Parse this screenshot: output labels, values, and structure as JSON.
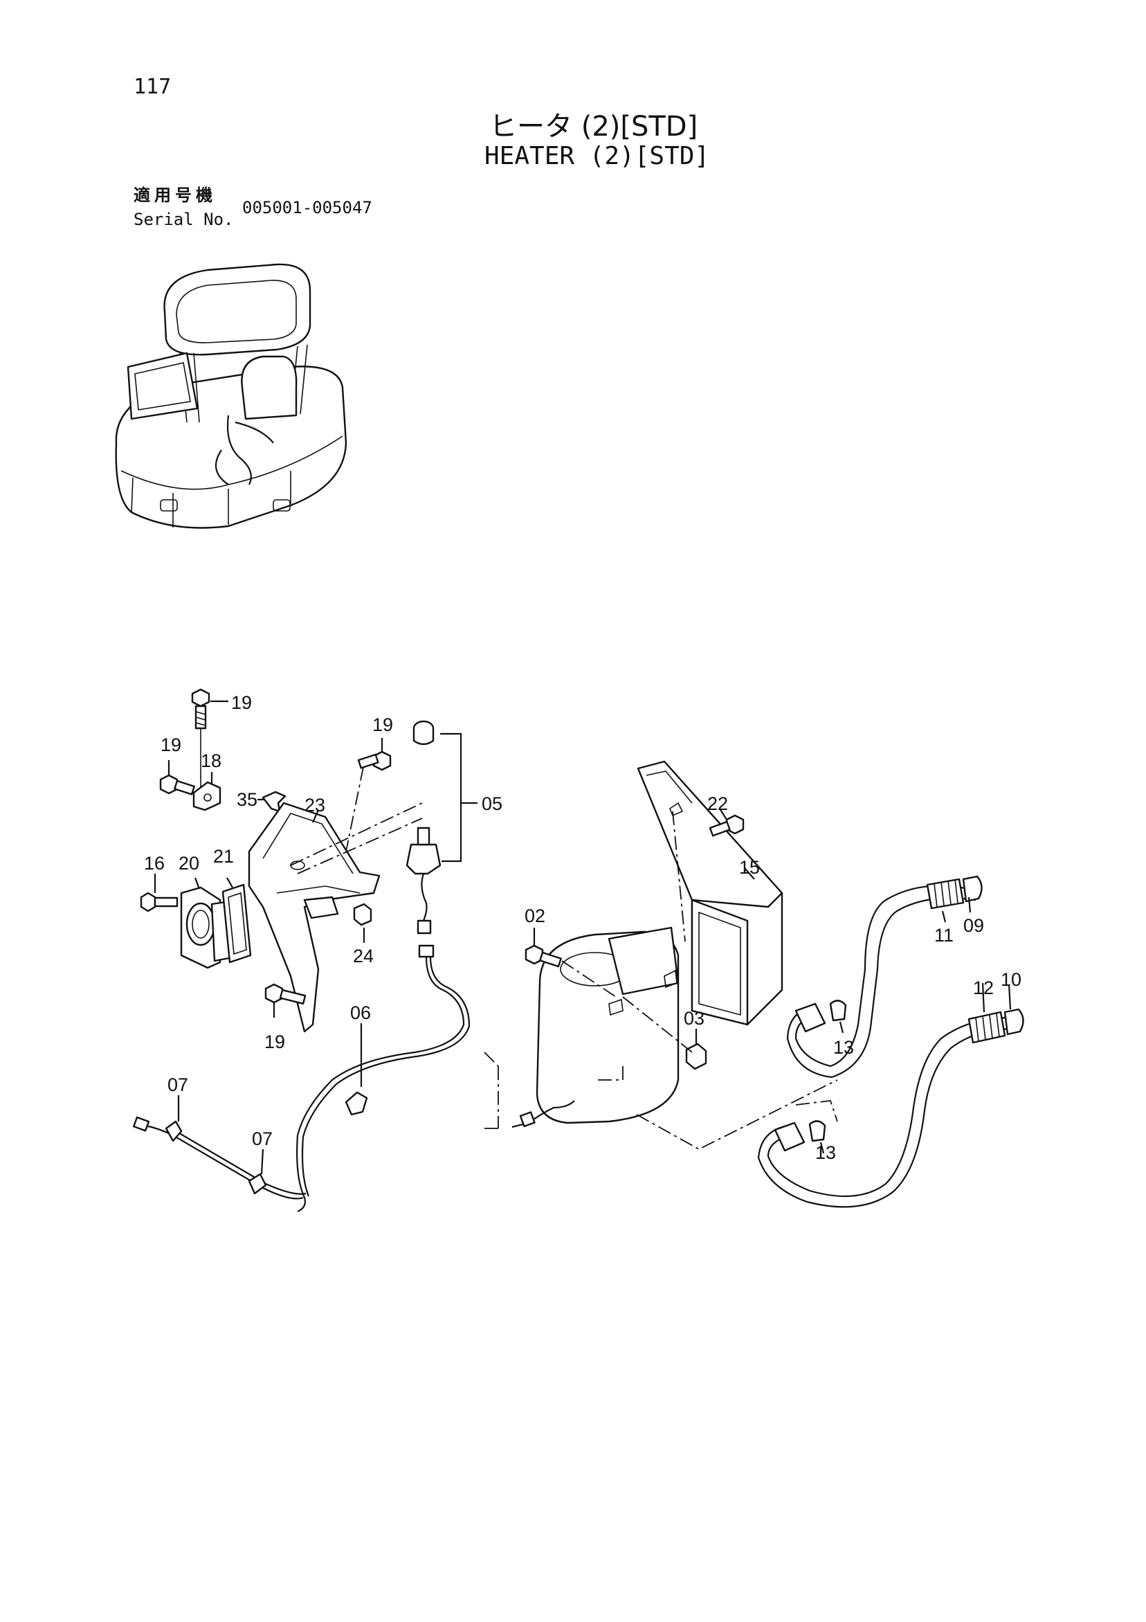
{
  "page_number": "117",
  "title_jp": "ヒータ (2)[STD]",
  "title_en": "HEATER (2)[STD]",
  "serial_label_jp": "適用号機",
  "serial_label_en": "Serial No.",
  "serial_range": "005001-005047",
  "callouts": [
    {
      "id": "c19a",
      "label": "19"
    },
    {
      "id": "c19b",
      "label": "19"
    },
    {
      "id": "c19c",
      "label": "19"
    },
    {
      "id": "c19d",
      "label": "19"
    },
    {
      "id": "c18",
      "label": "18"
    },
    {
      "id": "c35",
      "label": "35"
    },
    {
      "id": "c23",
      "label": "23"
    },
    {
      "id": "c05",
      "label": "05"
    },
    {
      "id": "c16",
      "label": "16"
    },
    {
      "id": "c20",
      "label": "20"
    },
    {
      "id": "c21",
      "label": "21"
    },
    {
      "id": "c24",
      "label": "24"
    },
    {
      "id": "c22",
      "label": "22"
    },
    {
      "id": "c15",
      "label": "15"
    },
    {
      "id": "c02",
      "label": "02"
    },
    {
      "id": "c03",
      "label": "03"
    },
    {
      "id": "c06",
      "label": "06"
    },
    {
      "id": "c07a",
      "label": "07"
    },
    {
      "id": "c07b",
      "label": "07"
    },
    {
      "id": "c11",
      "label": "11"
    },
    {
      "id": "c09",
      "label": "09"
    },
    {
      "id": "c12",
      "label": "12"
    },
    {
      "id": "c10",
      "label": "10"
    },
    {
      "id": "c13a",
      "label": "13"
    },
    {
      "id": "c13b",
      "label": "13"
    }
  ]
}
